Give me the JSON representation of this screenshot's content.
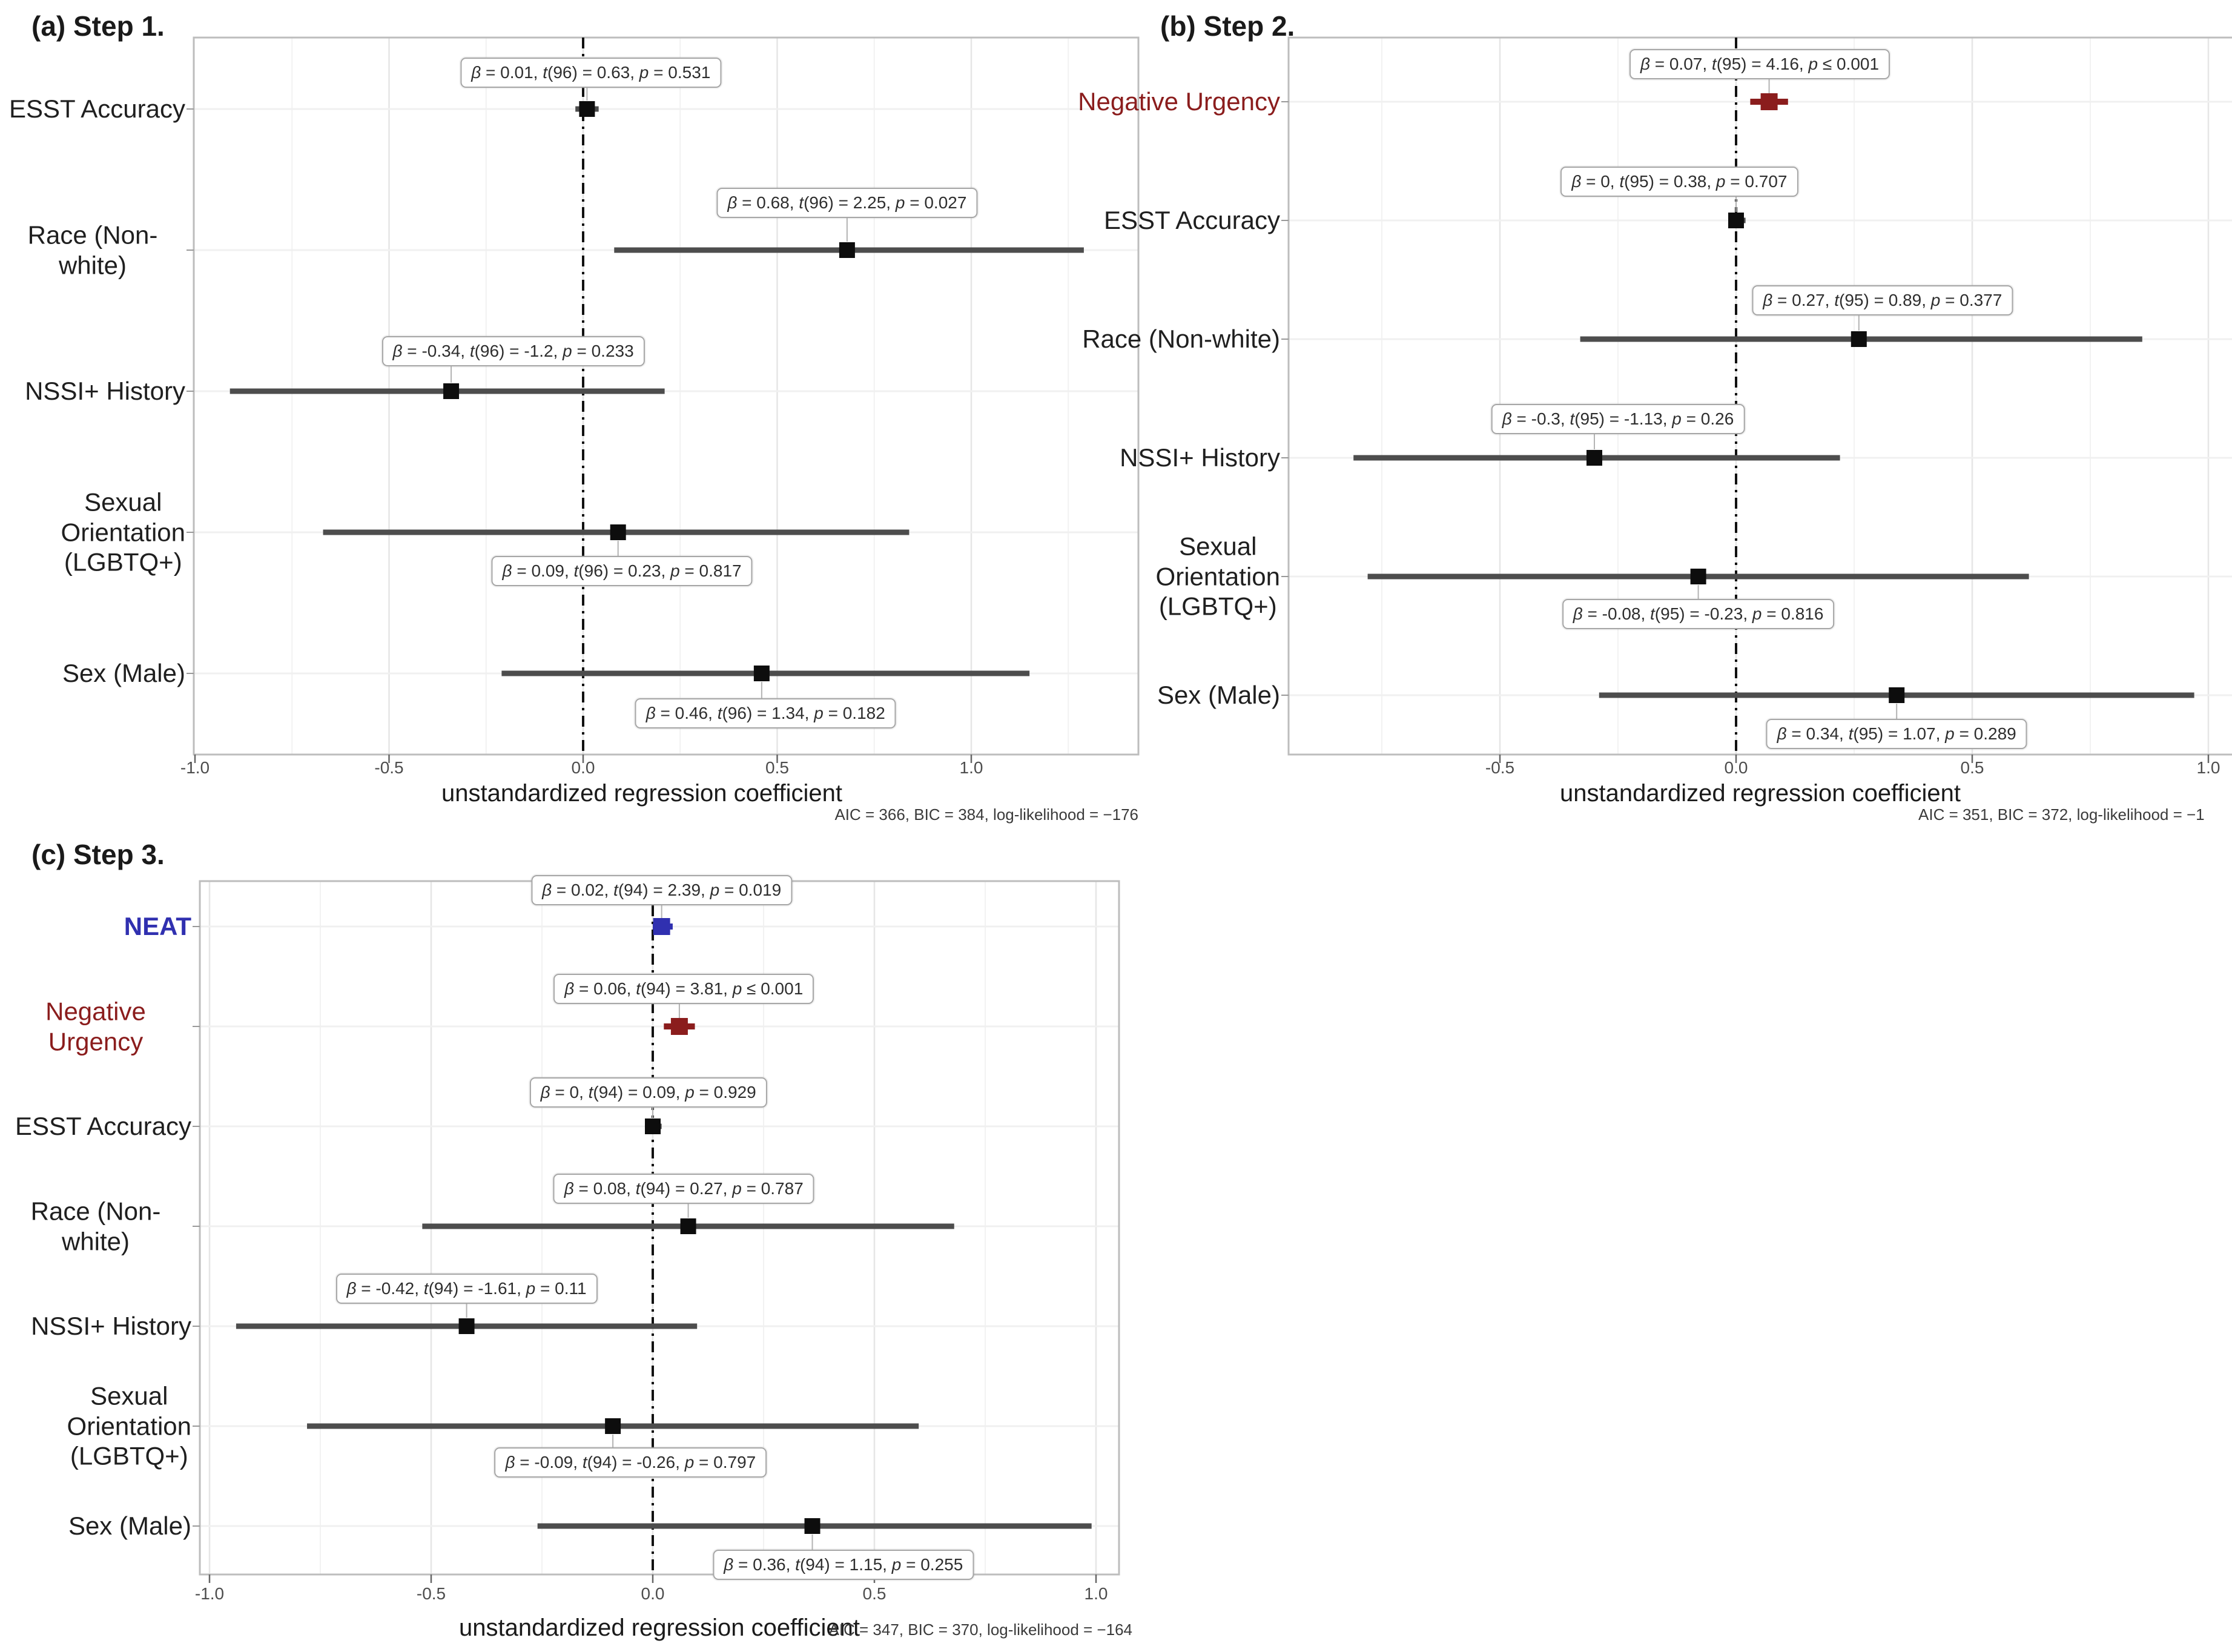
{
  "figure": {
    "xlabel": "unstandardized regression coefficient",
    "colors": {
      "default_point": "#0d0d0d",
      "ci_line": "#4d4d4d",
      "neat": "#3030b0",
      "negative_urgency": "#8b1d1d",
      "grid_major": "#e6e6e6",
      "grid_minor": "#f2f2f2",
      "panel_border": "#bdbdbd",
      "zero_line": "#111111",
      "annotation_border": "#a6a6a6"
    }
  },
  "chart_data": [
    {
      "type": "forest",
      "panel_label": "(a) Step 1.",
      "xlabel": "unstandardized regression coefficient",
      "caption": "AIC = 366, BIC = 384, log-likelihood = −176",
      "xlim": [
        -1.0,
        1.43
      ],
      "x_ticks": [
        {
          "v": -1.0,
          "label": "-1.0"
        },
        {
          "v": -0.5,
          "label": "-0.5"
        },
        {
          "v": 0.0,
          "label": "0.0"
        },
        {
          "v": 0.5,
          "label": "0.5"
        },
        {
          "v": 1.0,
          "label": "1.0"
        }
      ],
      "rows": [
        {
          "label": "ESST Accuracy",
          "color": "default",
          "beta": 0.01,
          "ci": [
            -0.02,
            0.04
          ],
          "annotation": "β = 0.01, t(96) = 0.63, p = 0.531",
          "ann_side": "above",
          "ann_cx": 0.02,
          "ann_dy": -60
        },
        {
          "label": "Race (Non-white)",
          "color": "default",
          "beta": 0.68,
          "ci": [
            0.08,
            1.29
          ],
          "annotation": "β = 0.68, t(96) = 2.25, p = 0.027",
          "ann_side": "above",
          "ann_cx": 0.68,
          "ann_dy": -78
        },
        {
          "label": "NSSI+ History",
          "color": "default",
          "beta": -0.34,
          "ci": [
            -0.91,
            0.21
          ],
          "annotation": "β = -0.34, t(96) = -1.2, p = 0.233",
          "ann_side": "above",
          "ann_cx": -0.18,
          "ann_dy": -66
        },
        {
          "label": "Sexual\nOrientation\n(LGBTQ+)",
          "color": "default",
          "beta": 0.09,
          "ci": [
            -0.67,
            0.84
          ],
          "annotation": "β = 0.09, t(96) = 0.23, p = 0.817",
          "ann_side": "below",
          "ann_cx": 0.1,
          "ann_dy": 64
        },
        {
          "label": "Sex (Male)",
          "color": "default",
          "beta": 0.46,
          "ci": [
            -0.21,
            1.15
          ],
          "annotation": "β = 0.46, t(96) = 1.34, p = 0.182",
          "ann_side": "below",
          "ann_cx": 0.47,
          "ann_dy": 66
        }
      ]
    },
    {
      "type": "forest",
      "panel_label": "(b) Step 2.",
      "xlabel": "unstandardized regression coefficient",
      "caption": "AIC = 351, BIC = 372, log-likelihood = −1",
      "xlim": [
        -0.95,
        1.05
      ],
      "x_ticks": [
        {
          "v": -0.5,
          "label": "-0.5"
        },
        {
          "v": 0.0,
          "label": "0.0"
        },
        {
          "v": 0.5,
          "label": "0.5"
        },
        {
          "v": 1.0,
          "label": "1.0"
        }
      ],
      "rows": [
        {
          "label": "Negative Urgency",
          "color": "negative_urgency",
          "beta": 0.07,
          "ci": [
            0.03,
            0.11
          ],
          "annotation": "β = 0.07, t(95) = 4.16, p ≤ 0.001",
          "ann_side": "above",
          "ann_cx": 0.05,
          "ann_dy": -62
        },
        {
          "label": "ESST Accuracy",
          "color": "default",
          "beta": 0.0,
          "ci": [
            -0.015,
            0.02
          ],
          "annotation": "β = 0, t(95) = 0.38, p = 0.707",
          "ann_side": "above",
          "ann_cx": -0.12,
          "ann_dy": -64
        },
        {
          "label": "Race (Non-white)",
          "color": "default",
          "beta": 0.26,
          "ci": [
            -0.33,
            0.86
          ],
          "annotation": "β = 0.27, t(95) = 0.89, p = 0.377",
          "ann_side": "above",
          "ann_cx": 0.31,
          "ann_dy": -64
        },
        {
          "label": "NSSI+ History",
          "color": "default",
          "beta": -0.3,
          "ci": [
            -0.81,
            0.22
          ],
          "annotation": "β = -0.3, t(95) = -1.13, p = 0.26",
          "ann_side": "above",
          "ann_cx": -0.25,
          "ann_dy": -64
        },
        {
          "label": "Sexual\nOrientation\n(LGBTQ+)",
          "color": "default",
          "beta": -0.08,
          "ci": [
            -0.78,
            0.62
          ],
          "annotation": "β = -0.08, t(95) = -0.23, p = 0.816",
          "ann_side": "below",
          "ann_cx": -0.08,
          "ann_dy": 62
        },
        {
          "label": "Sex (Male)",
          "color": "default",
          "beta": 0.34,
          "ci": [
            -0.29,
            0.97
          ],
          "annotation": "β = 0.34, t(95) = 1.07, p = 0.289",
          "ann_side": "below",
          "ann_cx": 0.34,
          "ann_dy": 64
        }
      ]
    },
    {
      "type": "forest",
      "panel_label": "(c) Step 3.",
      "xlabel": "unstandardized regression coefficient",
      "caption": "AIC = 347, BIC = 370, log-likelihood = −164",
      "xlim": [
        -1.02,
        1.05
      ],
      "x_ticks": [
        {
          "v": -1.0,
          "label": "-1.0"
        },
        {
          "v": -0.5,
          "label": "-0.5"
        },
        {
          "v": 0.0,
          "label": "0.0"
        },
        {
          "v": 0.5,
          "label": "0.5"
        },
        {
          "v": 1.0,
          "label": "1.0"
        }
      ],
      "rows": [
        {
          "label": "NEAT",
          "color": "neat",
          "bold": true,
          "beta": 0.02,
          "ci": [
            0.0,
            0.045
          ],
          "annotation": "β = 0.02, t(94) = 2.39, p = 0.019",
          "ann_side": "above",
          "ann_cx": 0.02,
          "ann_dy": -60
        },
        {
          "label": "Negative Urgency",
          "color": "negative_urgency",
          "beta": 0.06,
          "ci": [
            0.025,
            0.095
          ],
          "annotation": "β = 0.06, t(94) = 3.81, p ≤ 0.001",
          "ann_side": "above",
          "ann_cx": 0.07,
          "ann_dy": -62
        },
        {
          "label": "ESST Accuracy",
          "color": "default",
          "beta": 0.0,
          "ci": [
            -0.015,
            0.02
          ],
          "annotation": "β = 0, t(94) = 0.09, p = 0.929",
          "ann_side": "above",
          "ann_cx": -0.01,
          "ann_dy": -56
        },
        {
          "label": "Race (Non-white)",
          "color": "default",
          "beta": 0.08,
          "ci": [
            -0.52,
            0.68
          ],
          "annotation": "β = 0.08, t(94) = 0.27, p = 0.787",
          "ann_side": "above",
          "ann_cx": 0.07,
          "ann_dy": -62
        },
        {
          "label": "NSSI+ History",
          "color": "default",
          "beta": -0.42,
          "ci": [
            -0.94,
            0.1
          ],
          "annotation": "β = -0.42, t(94) = -1.61, p = 0.11",
          "ann_side": "above",
          "ann_cx": -0.42,
          "ann_dy": -62
        },
        {
          "label": "Sexual\nOrientation\n(LGBTQ+)",
          "color": "default",
          "beta": -0.09,
          "ci": [
            -0.78,
            0.6
          ],
          "annotation": "β = -0.09, t(94) = -0.26, p = 0.797",
          "ann_side": "below",
          "ann_cx": -0.05,
          "ann_dy": 60
        },
        {
          "label": "Sex (Male)",
          "color": "default",
          "beta": 0.36,
          "ci": [
            -0.26,
            0.99
          ],
          "annotation": "β = 0.36, t(94) = 1.15, p = 0.255",
          "ann_side": "below",
          "ann_cx": 0.43,
          "ann_dy": 64
        }
      ]
    }
  ]
}
